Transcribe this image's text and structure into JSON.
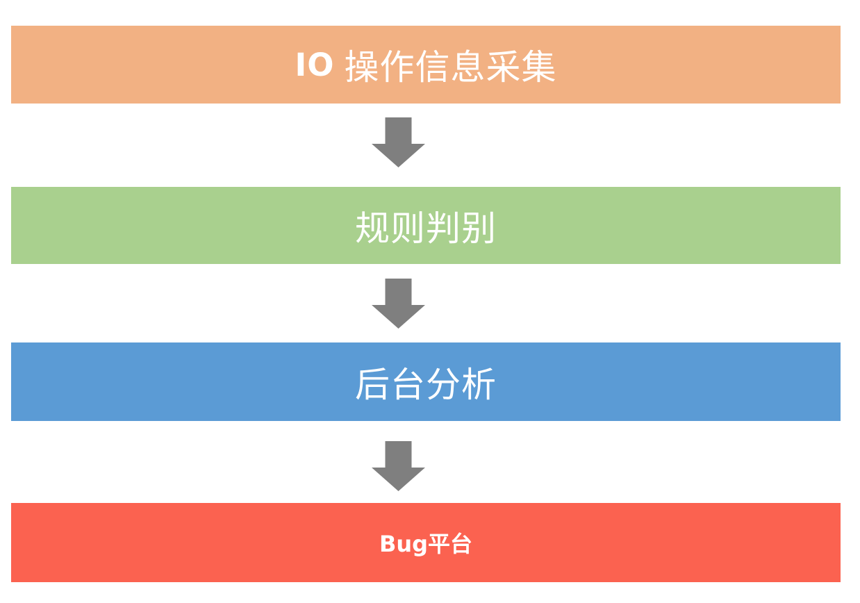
{
  "page": {
    "background_color": "#FFFFFF",
    "type": "flowchart"
  },
  "flow": {
    "steps": [
      {
        "label_prefix": "IO",
        "label": "操作信息采集",
        "color": "#F2B183",
        "text_color": "#FFFFFF"
      },
      {
        "label_prefix": "",
        "label": "规则判别",
        "color": "#A9D08E",
        "text_color": "#FFFFFF"
      },
      {
        "label_prefix": "",
        "label": "后台分析",
        "color": "#5B9BD5",
        "text_color": "#FFFFFF"
      },
      {
        "label_prefix": "",
        "label": "Bug平台",
        "color": "#FB6250",
        "text_color": "#FFFFFF"
      }
    ],
    "arrow": {
      "direction": "down",
      "color": "#7F7F7F"
    }
  }
}
